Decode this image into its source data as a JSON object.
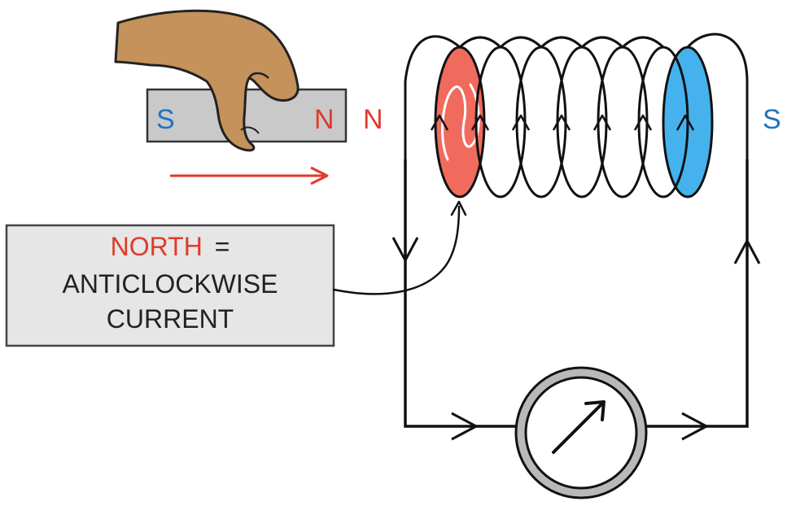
{
  "colors": {
    "north": "#e03a2c",
    "south": "#1f73c2",
    "north_face": "#f06b5e",
    "south_face": "#45b2ee",
    "wire": "#111111",
    "magnet_fill": "#c9c9c9",
    "box_fill": "#e6e6e6",
    "hand": "#c4925a",
    "meter_ring": "#b9b9b9"
  },
  "magnet": {
    "south_label": "S",
    "north_label": "N"
  },
  "coil": {
    "left_pole_label": "N",
    "right_pole_label": "S"
  },
  "note": {
    "highlight": "NORTH",
    "equals": "=",
    "line2": "ANTICLOCKWISE",
    "line3": "CURRENT"
  },
  "icons": {
    "hand": "hand-icon",
    "motion_arrow": "arrow-right-icon",
    "meter": "galvanometer-icon"
  }
}
